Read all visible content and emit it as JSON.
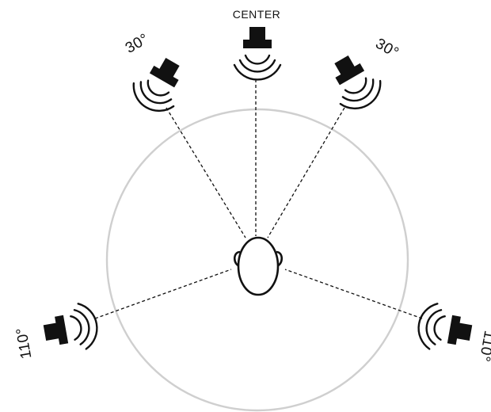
{
  "labels": {
    "center": "CENTER",
    "front_left": "30°",
    "front_right": "30°",
    "surround_left": "110°",
    "surround_right": "110°"
  },
  "colors": {
    "circle": "#cfcfcf",
    "ink": "#111111",
    "background": "#ffffff"
  },
  "icons": {
    "speaker": "speaker-icon",
    "sound_waves": "sound-waves-icon",
    "head": "listener-head-icon"
  }
}
